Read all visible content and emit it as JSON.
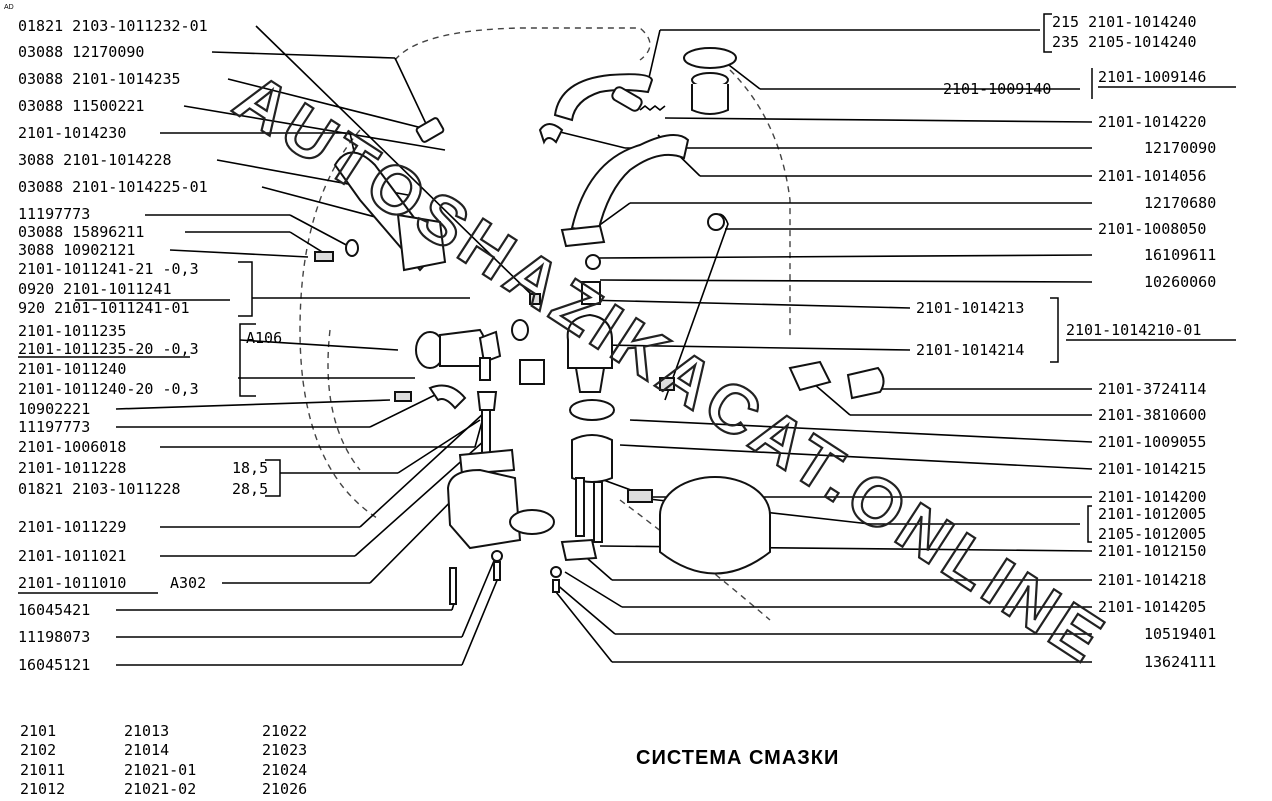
{
  "title": "СИСТЕМА СМАЗКИ",
  "watermark": "AUTOSHAZIKACAT.ONLINE",
  "corner_mark": "AD",
  "left_labels": [
    {
      "id": "l01",
      "text": "01821 2103-1011232-01"
    },
    {
      "id": "l02",
      "text": "03088 12170090"
    },
    {
      "id": "l03",
      "text": "03088 2101-1014235"
    },
    {
      "id": "l04",
      "text": "03088 11500221"
    },
    {
      "id": "l05",
      "text": "2101-1014230"
    },
    {
      "id": "l06",
      "text": "3088 2101-1014228"
    },
    {
      "id": "l07",
      "text": "03088 2101-1014225-01"
    },
    {
      "id": "l08",
      "text": "11197773"
    },
    {
      "id": "l09",
      "text": "03088 15896211"
    },
    {
      "id": "l10",
      "text": "3088 10902121"
    },
    {
      "id": "l11",
      "text": "2101-1011241-21 -0,3"
    },
    {
      "id": "l12",
      "text": "0920 2101-1011241"
    },
    {
      "id": "l13",
      "text": "920  2101-1011241-01"
    },
    {
      "id": "l14",
      "text": "2101-1011235"
    },
    {
      "id": "l15",
      "text": "2101-1011235-20 -0,3"
    },
    {
      "id": "l16",
      "text": "A106"
    },
    {
      "id": "l17",
      "text": "2101-1011240"
    },
    {
      "id": "l18",
      "text": "2101-1011240-20 -0,3"
    },
    {
      "id": "l19",
      "text": "10902221"
    },
    {
      "id": "l20",
      "text": "11197773"
    },
    {
      "id": "l21",
      "text": "2101-1006018"
    },
    {
      "id": "l22",
      "text": "2101-1011228"
    },
    {
      "id": "l23",
      "text": "18,5"
    },
    {
      "id": "l24",
      "text": "01821 2103-1011228"
    },
    {
      "id": "l25",
      "text": "28,5"
    },
    {
      "id": "l26",
      "text": "2101-1011229"
    },
    {
      "id": "l27",
      "text": "2101-1011021"
    },
    {
      "id": "l28",
      "text": "2101-1011010"
    },
    {
      "id": "l29",
      "text": "A302"
    },
    {
      "id": "l30",
      "text": "16045421"
    },
    {
      "id": "l31",
      "text": "11198073"
    },
    {
      "id": "l32",
      "text": "16045121"
    }
  ],
  "right_labels": [
    {
      "id": "r01",
      "text": "215  2101-1014240"
    },
    {
      "id": "r02",
      "text": "235  2105-1014240"
    },
    {
      "id": "r03",
      "text": "2101-1009146"
    },
    {
      "id": "r04",
      "text": "2101-1009140"
    },
    {
      "id": "r05",
      "text": "2101-1014220"
    },
    {
      "id": "r06",
      "text": "12170090"
    },
    {
      "id": "r07",
      "text": "2101-1014056"
    },
    {
      "id": "r08",
      "text": "12170680"
    },
    {
      "id": "r09",
      "text": "2101-1008050"
    },
    {
      "id": "r10",
      "text": "16109611"
    },
    {
      "id": "r11",
      "text": "10260060"
    },
    {
      "id": "r12",
      "text": "2101-1014213"
    },
    {
      "id": "r13",
      "text": "2101-1014210-01"
    },
    {
      "id": "r14",
      "text": "2101-1014214"
    },
    {
      "id": "r15",
      "text": "2101-3724114"
    },
    {
      "id": "r16",
      "text": "2101-3810600"
    },
    {
      "id": "r17",
      "text": "2101-1009055"
    },
    {
      "id": "r18",
      "text": "2101-1014215"
    },
    {
      "id": "r19",
      "text": "2101-1014200"
    },
    {
      "id": "r20",
      "text": "2101-1012005"
    },
    {
      "id": "r21",
      "text": "2105-1012005"
    },
    {
      "id": "r22",
      "text": "2101-1012150"
    },
    {
      "id": "r23",
      "text": "2101-1014218"
    },
    {
      "id": "r24",
      "text": "2101-1014205"
    },
    {
      "id": "r25",
      "text": "10519401"
    },
    {
      "id": "r26",
      "text": "13624111"
    }
  ],
  "models": [
    [
      "2101",
      "21013",
      "21022"
    ],
    [
      "2102",
      "21014",
      "21023"
    ],
    [
      "21011",
      "21021-01",
      "21024"
    ],
    [
      "21012",
      "21021-02",
      "21026"
    ]
  ]
}
